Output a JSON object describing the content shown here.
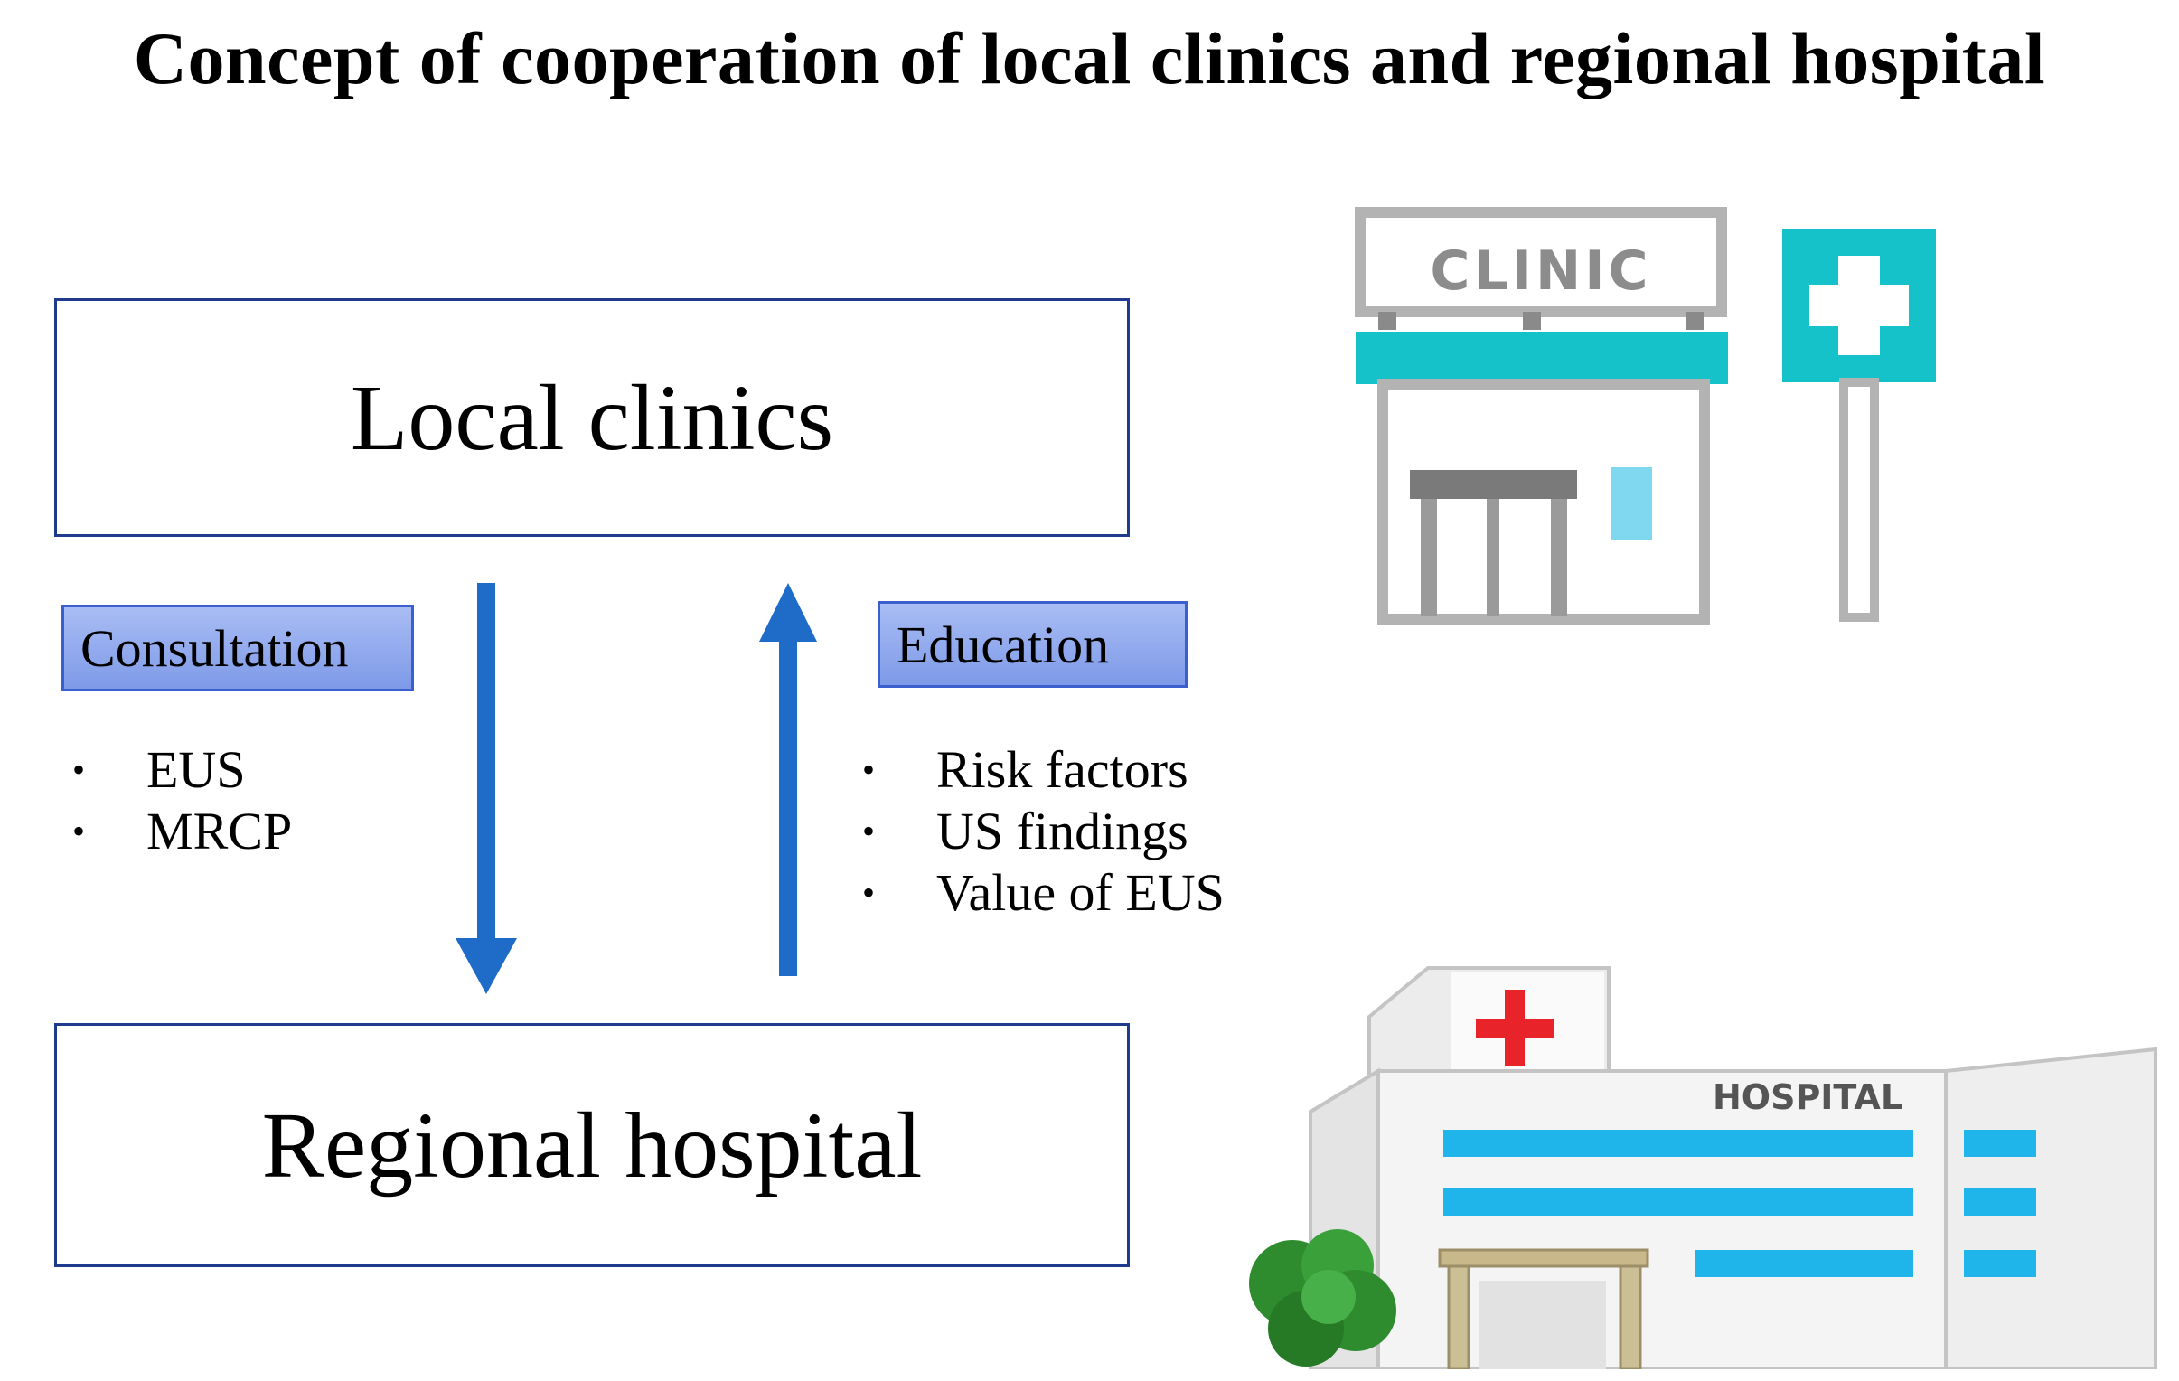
{
  "title": "Concept of cooperation of local clinics and regional hospital",
  "boxes": {
    "top": "Local clinics",
    "bottom": "Regional hospital"
  },
  "consultation": {
    "label": "Consultation",
    "items": [
      "EUS",
      "MRCP"
    ]
  },
  "education": {
    "label": "Education",
    "items": [
      "Risk factors",
      "US findings",
      "Value of EUS"
    ]
  },
  "illustrations": {
    "clinic_sign": "CLINIC",
    "hospital_sign": "HOSPITAL"
  },
  "colors": {
    "arrow": "#1f6cc8",
    "box_border": "#1f3a8f",
    "tag_fill": "#8ea6ec",
    "clinic_accent": "#16c2c9",
    "hospital_stripe": "#1fb5ea",
    "cross_red": "#e8242a"
  }
}
